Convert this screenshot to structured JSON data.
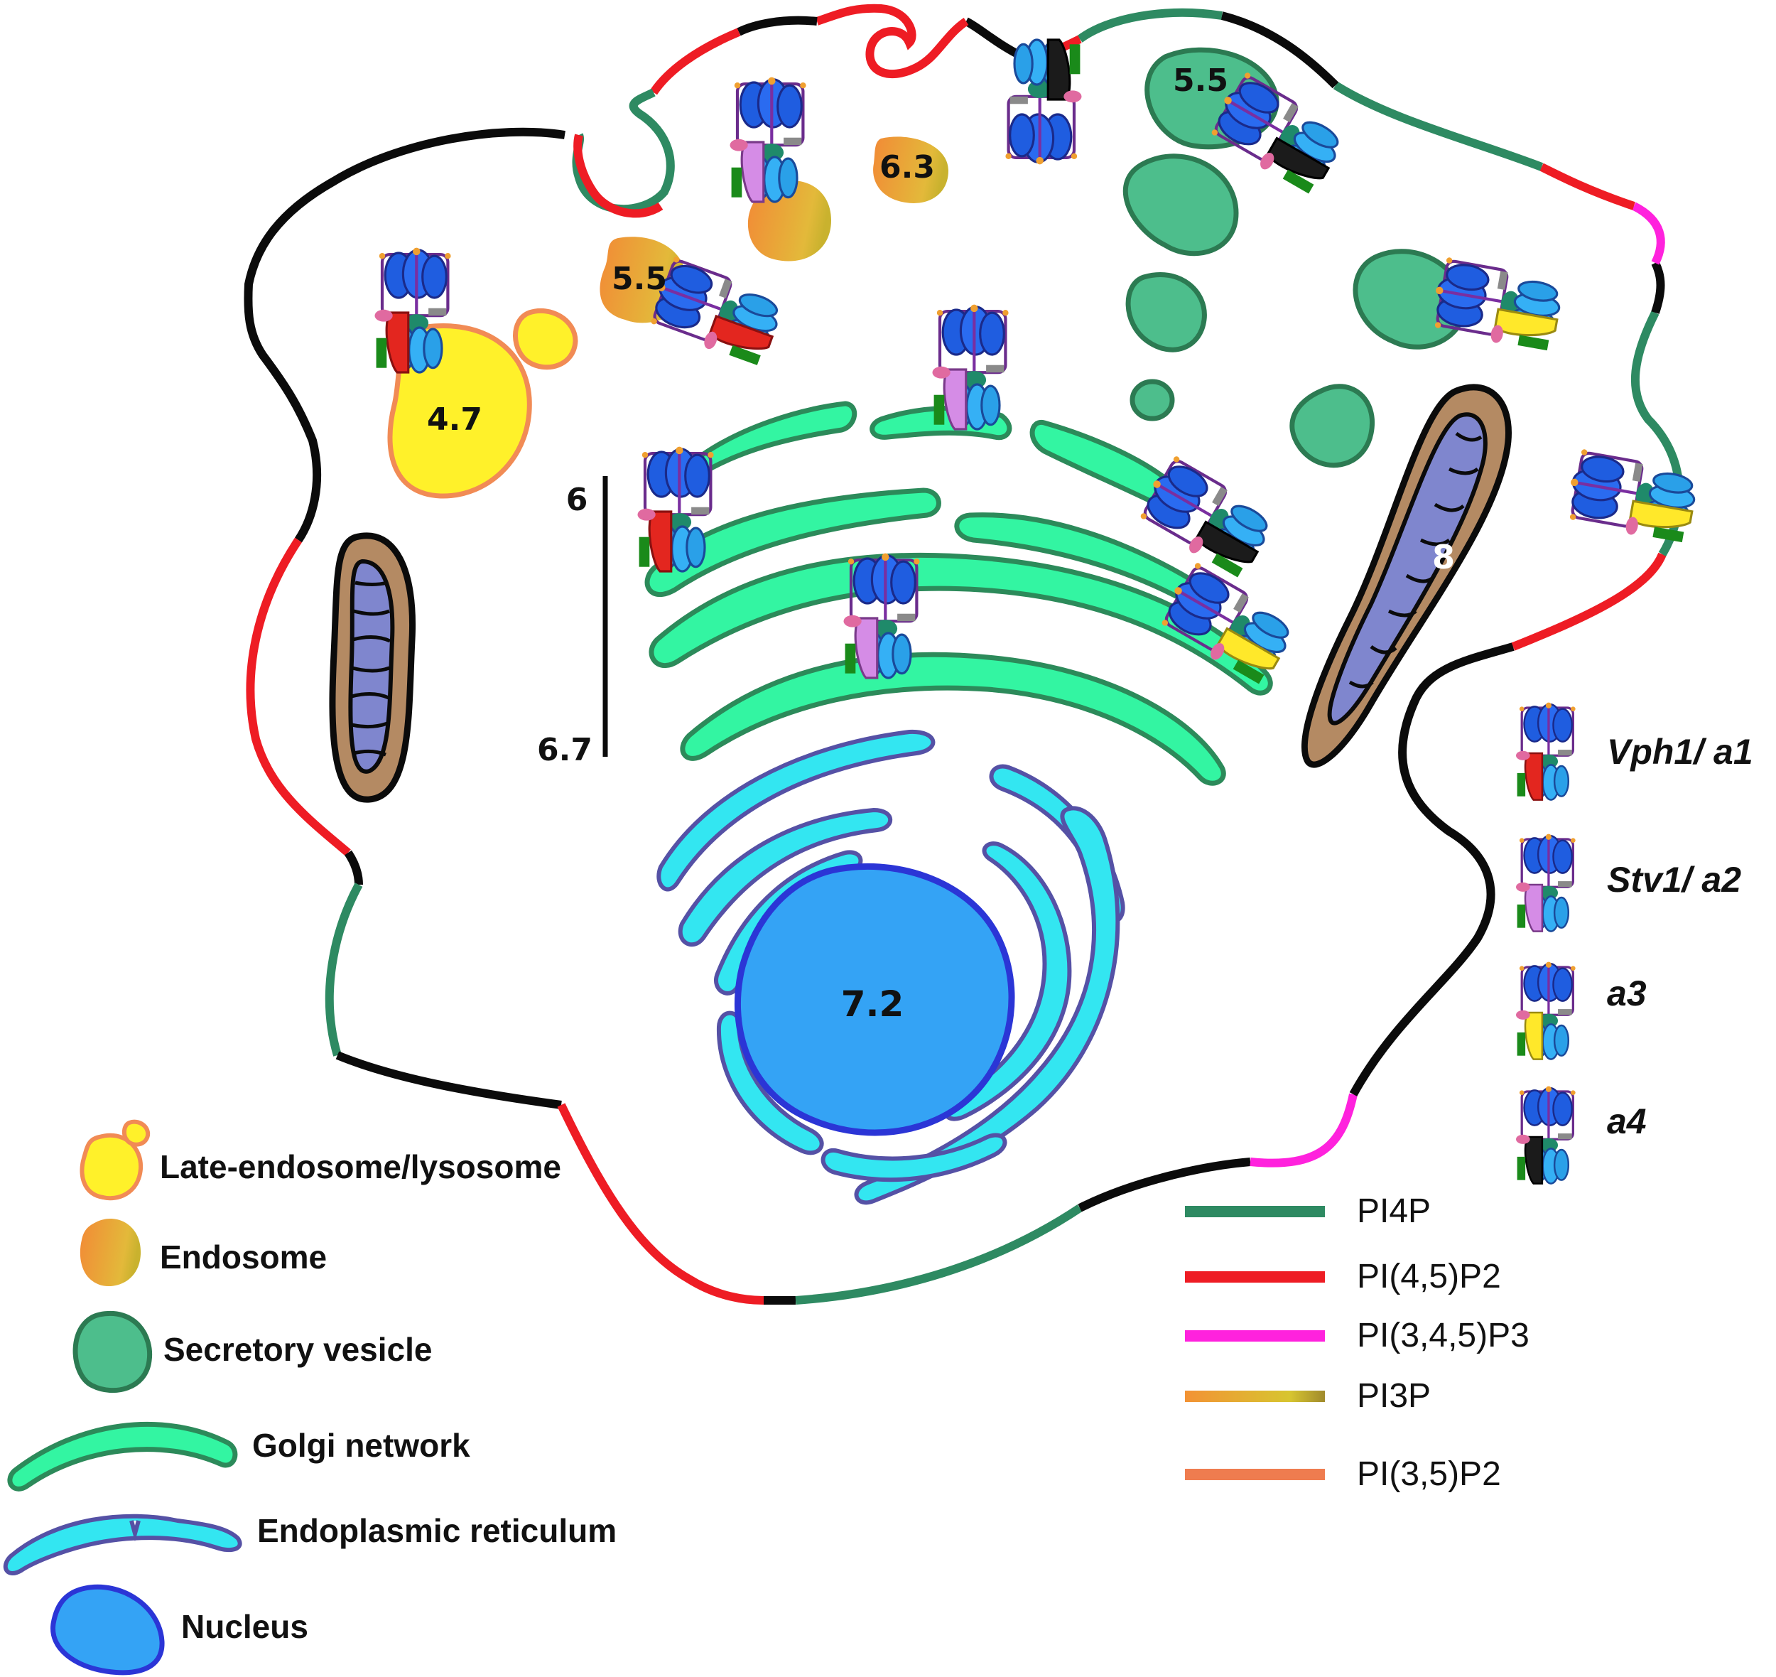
{
  "colors": {
    "pi4p": "#2e8a62",
    "pi45p2": "#ee1c24",
    "pi345p3": "#ff22dd",
    "pi3p_from": "#f39234",
    "pi3p_to": "#d7c530",
    "pi35p2": "#ef7c4f",
    "membrane_black": "#0b0b0b",
    "golgi_fill": "#33f5a2",
    "golgi_stroke": "#2c8a5a",
    "er_fill": "#33e6f1",
    "er_stroke": "#5551a5",
    "nucleus_fill": "#34a3f5",
    "nucleus_stroke": "#2b35d6",
    "lysosome_fill": "#fff12a",
    "lysosome_stroke": "#f18b55",
    "secretory_fill": "#4dbe8c",
    "secretory_stroke": "#2c7a52",
    "mito_fill": "#b48a63",
    "mito_inner": "#7f86ce"
  },
  "ph_labels": {
    "lysosome": "4.7",
    "endosome_left": "5.5",
    "endosome_top": "6.3",
    "secretory_top": "5.5",
    "golgi_top": "6",
    "golgi_bottom": "6.7",
    "nucleus": "7.2",
    "mitochondrion": "8"
  },
  "organelle_legend": [
    {
      "icon": "lysosome",
      "label": "Late-endosome/lysosome"
    },
    {
      "icon": "endosome",
      "label": "Endosome"
    },
    {
      "icon": "secretory",
      "label": "Secretory vesicle"
    },
    {
      "icon": "golgi",
      "label": "Golgi network"
    },
    {
      "icon": "er",
      "label": "Endoplasmic reticulum"
    },
    {
      "icon": "nucleus",
      "label": "Nucleus"
    }
  ],
  "lipid_legend": [
    {
      "label": "PI4P",
      "color": "#2e8a62"
    },
    {
      "label": "PI(4,5)P2",
      "color": "#ee1c24"
    },
    {
      "label": "PI(3,4,5)P3",
      "color": "#ff22dd"
    },
    {
      "label": "PI3P",
      "color": "gradient"
    },
    {
      "label": "PI(3,5)P2",
      "color": "#ef7c4f"
    }
  ],
  "vatpase_legend": [
    {
      "label": "Vph1/ a1",
      "a_color": "#e3261f"
    },
    {
      "label": "Stv1/ a2",
      "a_color": "#d58ce6"
    },
    {
      "label": "a3",
      "a_color": "#ffe82a"
    },
    {
      "label": "a4",
      "a_color": "#1b1b1b"
    }
  ]
}
